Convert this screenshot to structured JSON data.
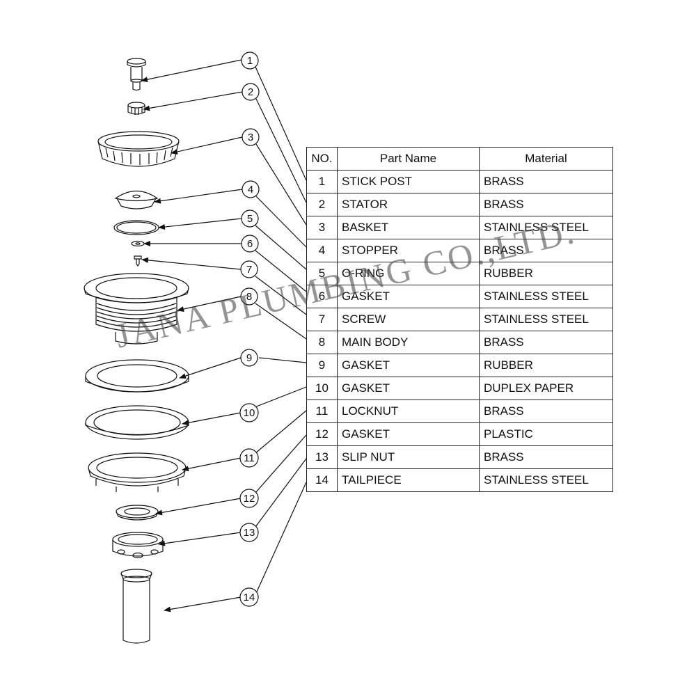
{
  "table": {
    "headers": {
      "no": "NO.",
      "name": "Part Name",
      "material": "Material"
    },
    "rows": [
      {
        "no": "1",
        "name": "STICK POST",
        "material": "BRASS"
      },
      {
        "no": "2",
        "name": "STATOR",
        "material": "BRASS"
      },
      {
        "no": "3",
        "name": "BASKET",
        "material": "STAINLESS STEEL"
      },
      {
        "no": "4",
        "name": "STOPPER",
        "material": "BRASS"
      },
      {
        "no": "5",
        "name": "O-RING",
        "material": "RUBBER"
      },
      {
        "no": "6",
        "name": "GASKET",
        "material": "STAINLESS STEEL"
      },
      {
        "no": "7",
        "name": "SCREW",
        "material": "STAINLESS STEEL"
      },
      {
        "no": "8",
        "name": "MAIN BODY",
        "material": "BRASS"
      },
      {
        "no": "9",
        "name": "GASKET",
        "material": "RUBBER"
      },
      {
        "no": "10",
        "name": "GASKET",
        "material": "DUPLEX PAPER"
      },
      {
        "no": "11",
        "name": "LOCKNUT",
        "material": "BRASS"
      },
      {
        "no": "12",
        "name": "GASKET",
        "material": "PLASTIC"
      },
      {
        "no": "13",
        "name": "SLIP NUT",
        "material": "BRASS"
      },
      {
        "no": "14",
        "name": "TAILPIECE",
        "material": "STAINLESS STEEL"
      }
    ]
  },
  "callouts": [
    "1",
    "2",
    "3",
    "4",
    "5",
    "6",
    "7",
    "8",
    "9",
    "10",
    "11",
    "12",
    "13",
    "14"
  ],
  "watermark": "JANA PLUMBING CO.,LTD."
}
